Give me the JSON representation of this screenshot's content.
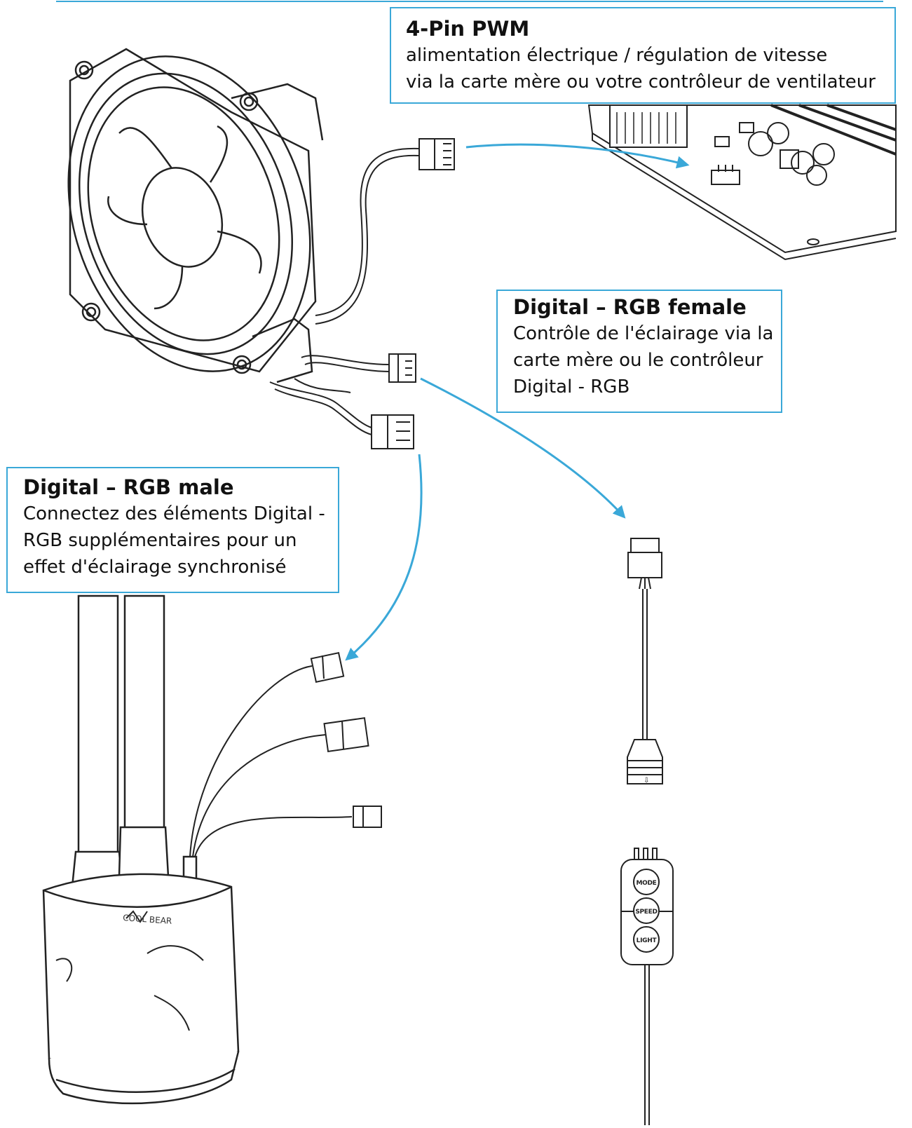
{
  "callouts": {
    "pwm": {
      "title": "4-Pin PWM",
      "lines": [
        "alimentation électrique / régulation de vitesse",
        "via la carte mère ou votre contrôleur de ventilateur"
      ]
    },
    "female": {
      "title": "Digital – RGB female",
      "lines": [
        "Contrôle de l'éclairage via la",
        "carte mère ou le contrôleur",
        "Digital - RGB"
      ]
    },
    "male": {
      "title": "Digital – RGB male",
      "lines": [
        "Connectez des éléments Digital -",
        "RGB supplémentaires pour un",
        "effet d'éclairage synchronisé"
      ]
    }
  },
  "controller": {
    "buttons": [
      "MODE",
      "SPEED",
      "LIGHT"
    ]
  },
  "colors": {
    "accent": "#3aa8d8",
    "line_art": "#222222"
  }
}
